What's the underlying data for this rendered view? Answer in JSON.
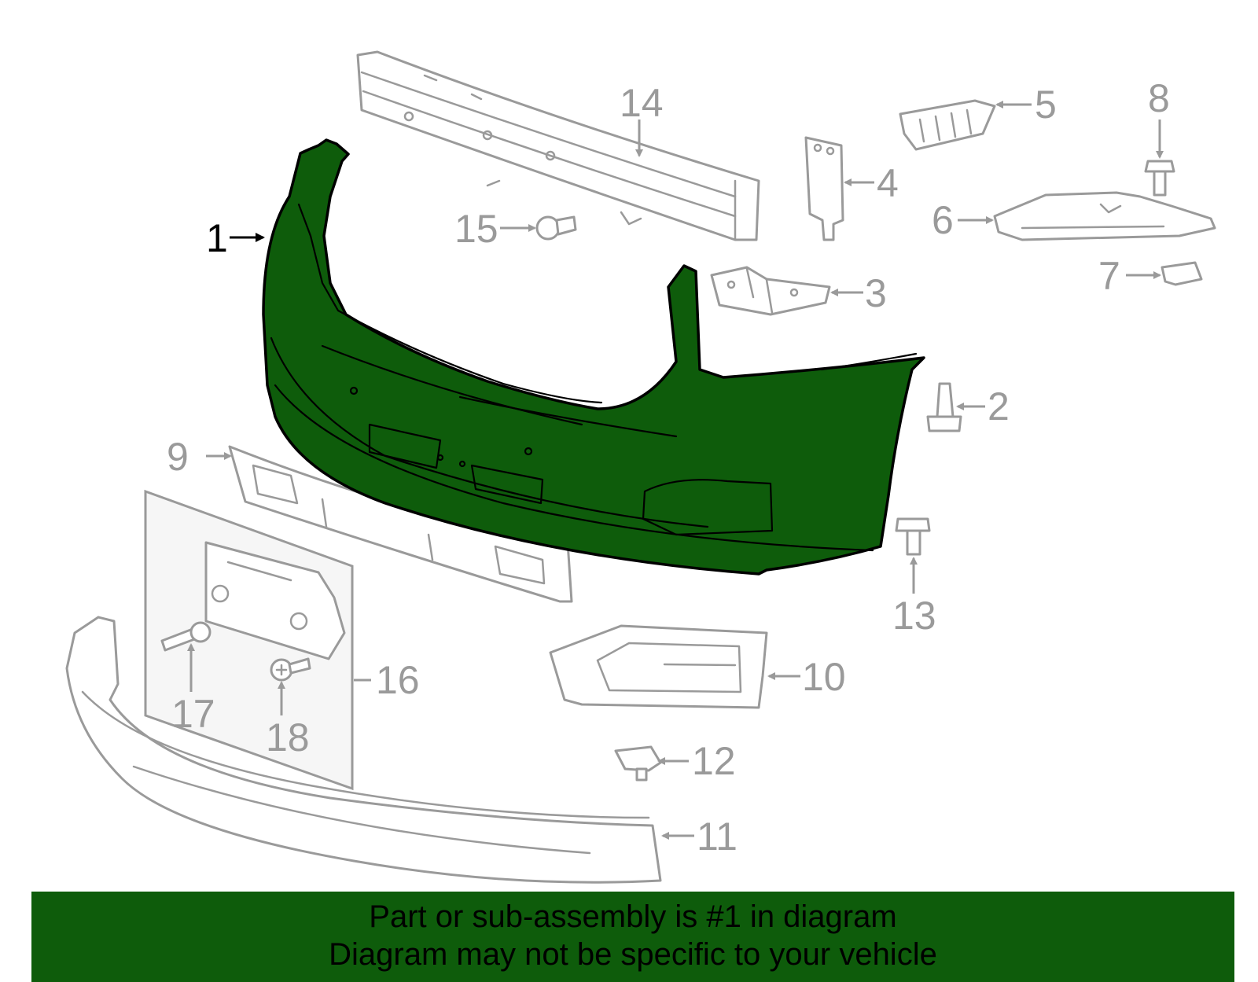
{
  "callouts": {
    "c1": "1",
    "c2": "2",
    "c3": "3",
    "c4": "4",
    "c5": "5",
    "c6": "6",
    "c7": "7",
    "c8": "8",
    "c9": "9",
    "c10": "10",
    "c11": "11",
    "c12": "12",
    "c13": "13",
    "c14": "14",
    "c15": "15",
    "c16": "16",
    "c17": "17",
    "c18": "18"
  },
  "highlighted_part": "1",
  "colors": {
    "highlight": "#0e5c0b",
    "parts": "#9a9a9a",
    "banner": "#0e5c0b",
    "text": "#000000"
  },
  "banner": {
    "line1": "Part or sub-assembly is #1 in diagram",
    "line2": "Diagram may not be specific to your vehicle"
  }
}
